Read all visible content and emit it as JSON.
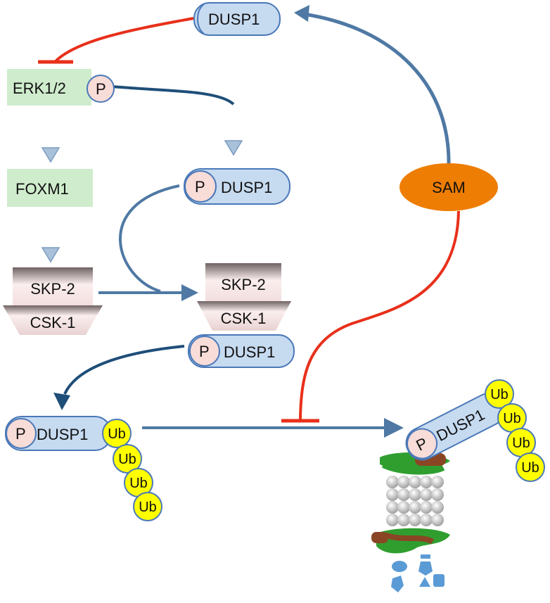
{
  "colors": {
    "inhibit": "#e8301b",
    "arrow_blue": "#4f79a4",
    "arrow_dark": "#1f4e79",
    "dusp_fill": "#c6daf0",
    "dusp_stroke": "#4a78b8",
    "phospho_fill": "#f8dcd8",
    "box_green": "#cfeccd",
    "sam_fill": "#ee7d04",
    "ub_fill": "#ffff00",
    "proteasome_green": "#2f9e2f",
    "proteasome_brown": "#8a4624",
    "proteasome_grey": "#bdbdbd",
    "fragment_blue": "#5b9bd5"
  },
  "nodes": {
    "dusp1_top": "DUSP1",
    "erk": "ERK1/2",
    "erk_p": "P",
    "foxm1": "FOXM1",
    "pdusp1_mid": "DUSP1",
    "pdusp1_mid_p": "P",
    "sam": "SAM",
    "skp2_left": "SKP-2",
    "csk1_left": "CSK-1",
    "skp2_right": "SKP-2",
    "csk1_right": "CSK-1",
    "pdusp1_complex": "DUSP1",
    "pdusp1_complex_p": "P",
    "pdusp1_ub": "DUSP1",
    "pdusp1_ub_p": "P",
    "pdusp1_deg": "DUSP1",
    "pdusp1_deg_p": "P",
    "ub_label": "Ub"
  }
}
